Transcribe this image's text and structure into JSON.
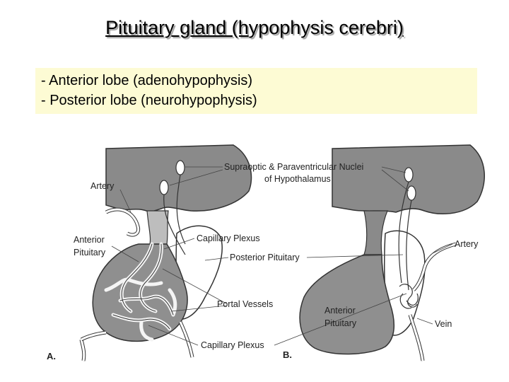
{
  "title": {
    "part1": "Pituitary gland (h",
    "part2": "ypophysis cerebri",
    "part3": ")"
  },
  "bullets": [
    "-  Anterior lobe (adenohypophysis)",
    "-  Posterior lobe (neurohypophysis)"
  ],
  "diagram": {
    "labels": {
      "supraoptic_line1": "Supraoptic & Paraventricular Nuclei",
      "supraoptic_line2": "of Hypothalamus",
      "artery_a": "Artery",
      "anterior_a_line1": "Anterior",
      "anterior_a_line2": "Pituitary",
      "capillary_plexus_top": "Capillary Plexus",
      "posterior_pituitary": "Posterior Pituitary",
      "portal_vessels": "Portal Vessels",
      "capillary_plexus_bottom": "Capillary Plexus",
      "artery_b": "Artery",
      "anterior_b_line1": "Anterior",
      "anterior_b_line2": "Pituitary",
      "vein": "Vein",
      "panel_a": "A.",
      "panel_b": "B."
    }
  }
}
